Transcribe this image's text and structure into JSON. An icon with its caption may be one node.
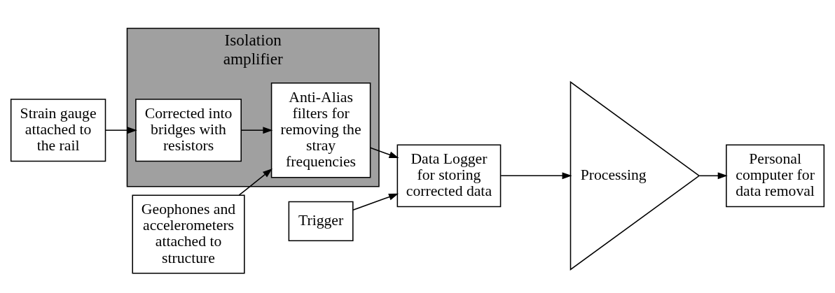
{
  "diagram": {
    "nodes": [
      {
        "text": [
          "Strain gauge attached to the rail"
        ]
      },
      {
        "text": [
          "Isolation amplifier"
        ]
      },
      {
        "text": [
          "Corrected into bridges with resistors"
        ],
        "in": 1
      },
      {
        "text": [
          "Anti-Alias filters for removing the stray frequencies"
        ],
        "in": 1
      },
      {
        "text": [
          "Geophones and accelerometers attached to structure"
        ]
      },
      {
        "text": [
          "Trigger"
        ]
      },
      {
        "text": [
          "Data Logger for storing corrected data"
        ]
      },
      {
        "text": [
          "Processing"
        ]
      },
      {
        "text": [
          "Personal computer for data removal"
        ]
      }
    ],
    "edges": [
      {
        "from": 0,
        "to": 2,
        "arrow": "to"
      },
      {
        "from": 2,
        "to": 3,
        "arrow": "to"
      },
      {
        "from": 4,
        "to": 3,
        "arrow": "to"
      },
      {
        "from": 3,
        "to": 6,
        "arrow": "to"
      },
      {
        "from": 5,
        "to": 6,
        "arrow": "to"
      },
      {
        "from": 6,
        "to": 7,
        "arrow": "to"
      },
      {
        "from": 7,
        "to": 8,
        "arrow": "to"
      }
    ]
  }
}
